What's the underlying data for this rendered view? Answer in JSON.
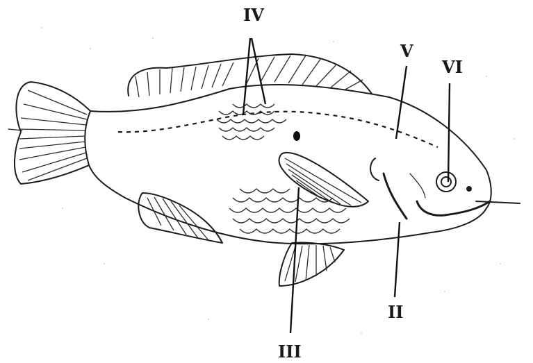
{
  "labels": {
    "I": "",
    "II": "II",
    "III": "III",
    "IV": "IV",
    "V": "V",
    "VI": "VI"
  }
}
